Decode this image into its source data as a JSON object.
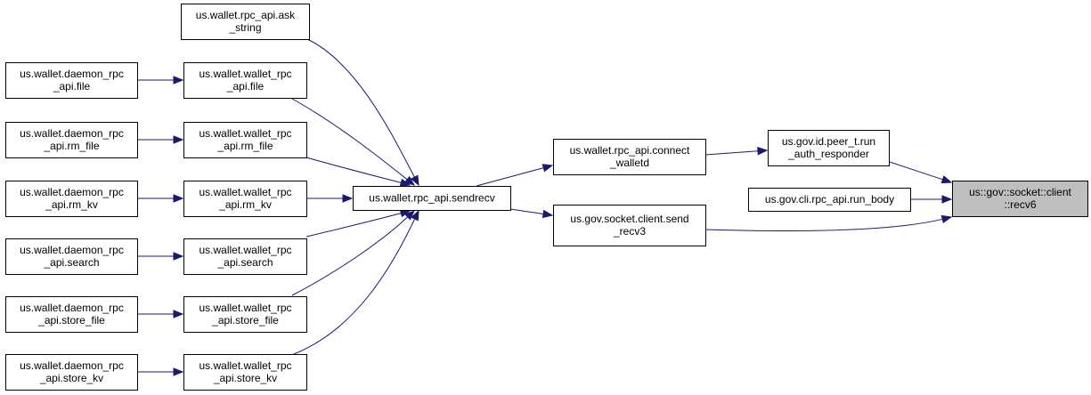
{
  "graph": {
    "title": "",
    "nodes": [
      {
        "id": "recv6",
        "lines": [
          "us::gov::socket::client",
          "::recv6"
        ],
        "highlighted": true
      },
      {
        "id": "run_auth_responder",
        "lines": [
          "us.gov.id.peer_t.run",
          "_auth_responder"
        ]
      },
      {
        "id": "run_body",
        "lines": [
          "us.gov.cli.rpc_api.run_body"
        ]
      },
      {
        "id": "send_recv3",
        "lines": [
          "us.gov.socket.client.send",
          "_recv3"
        ]
      },
      {
        "id": "connect_walletd",
        "lines": [
          "us.wallet.rpc_api.connect",
          "_walletd"
        ]
      },
      {
        "id": "sendrecv",
        "lines": [
          "us.wallet.rpc_api.sendrecv"
        ]
      },
      {
        "id": "ask_string",
        "lines": [
          "us.wallet.rpc_api.ask",
          "_string"
        ]
      },
      {
        "id": "w_file",
        "lines": [
          "us.wallet.wallet_rpc",
          "_api.file"
        ]
      },
      {
        "id": "w_rm_file",
        "lines": [
          "us.wallet.wallet_rpc",
          "_api.rm_file"
        ]
      },
      {
        "id": "w_rm_kv",
        "lines": [
          "us.wallet.wallet_rpc",
          "_api.rm_kv"
        ]
      },
      {
        "id": "w_search",
        "lines": [
          "us.wallet.wallet_rpc",
          "_api.search"
        ]
      },
      {
        "id": "w_store_file",
        "lines": [
          "us.wallet.wallet_rpc",
          "_api.store_file"
        ]
      },
      {
        "id": "w_store_kv",
        "lines": [
          "us.wallet.wallet_rpc",
          "_api.store_kv"
        ]
      },
      {
        "id": "d_file",
        "lines": [
          "us.wallet.daemon_rpc",
          "_api.file"
        ]
      },
      {
        "id": "d_rm_file",
        "lines": [
          "us.wallet.daemon_rpc",
          "_api.rm_file"
        ]
      },
      {
        "id": "d_rm_kv",
        "lines": [
          "us.wallet.daemon_rpc",
          "_api.rm_kv"
        ]
      },
      {
        "id": "d_search",
        "lines": [
          "us.wallet.daemon_rpc",
          "_api.search"
        ]
      },
      {
        "id": "d_store_file",
        "lines": [
          "us.wallet.daemon_rpc",
          "_api.store_file"
        ]
      },
      {
        "id": "d_store_kv",
        "lines": [
          "us.wallet.daemon_rpc",
          "_api.store_kv"
        ]
      }
    ],
    "edges": [
      {
        "from": "run_auth_responder",
        "to": "recv6"
      },
      {
        "from": "run_body",
        "to": "recv6"
      },
      {
        "from": "send_recv3",
        "to": "recv6"
      },
      {
        "from": "connect_walletd",
        "to": "run_auth_responder"
      },
      {
        "from": "sendrecv",
        "to": "connect_walletd"
      },
      {
        "from": "sendrecv",
        "to": "send_recv3"
      },
      {
        "from": "ask_string",
        "to": "sendrecv"
      },
      {
        "from": "w_file",
        "to": "sendrecv"
      },
      {
        "from": "w_rm_file",
        "to": "sendrecv"
      },
      {
        "from": "w_rm_kv",
        "to": "sendrecv"
      },
      {
        "from": "w_search",
        "to": "sendrecv"
      },
      {
        "from": "w_store_file",
        "to": "sendrecv"
      },
      {
        "from": "w_store_kv",
        "to": "sendrecv"
      },
      {
        "from": "d_file",
        "to": "w_file"
      },
      {
        "from": "d_rm_file",
        "to": "w_rm_file"
      },
      {
        "from": "d_rm_kv",
        "to": "w_rm_kv"
      },
      {
        "from": "d_search",
        "to": "w_search"
      },
      {
        "from": "d_store_file",
        "to": "w_store_file"
      },
      {
        "from": "d_store_kv",
        "to": "w_store_kv"
      }
    ]
  },
  "colors": {
    "edge": "#191970",
    "highlight_fill": "#bfbfbf",
    "node_fill": "#ffffff",
    "node_border": "#000000"
  }
}
